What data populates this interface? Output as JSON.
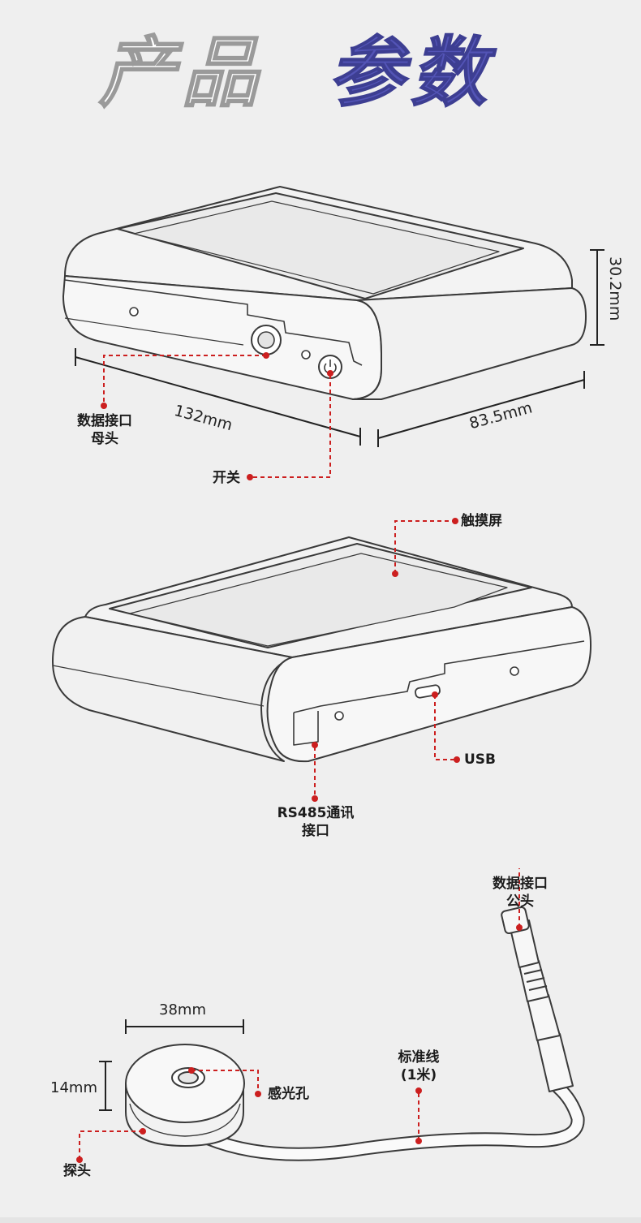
{
  "heading": {
    "part1": "产品",
    "part2": "参数",
    "color_white": "#ffffff",
    "color_accent": "#5354b6"
  },
  "device_top_view": {
    "dimensions": {
      "length": "132mm",
      "width": "83.5mm",
      "height": "30.2mm"
    },
    "callouts": {
      "data_port_female_line1": "数据接口",
      "data_port_female_line2": "母头",
      "power_switch": "开关"
    }
  },
  "device_back_view": {
    "callouts": {
      "touchscreen": "触摸屏",
      "usb": "USB",
      "rs485_line1": "RS485通讯",
      "rs485_line2": "接口"
    }
  },
  "sensor_probe": {
    "dimensions": {
      "diameter": "38mm",
      "height": "14mm"
    },
    "callouts": {
      "light_hole": "感光孔",
      "probe": "探头",
      "cable_line1": "标准线",
      "cable_line2": "(1米)",
      "data_port_male_line1": "数据接口",
      "data_port_male_line2": "公头"
    }
  },
  "colors": {
    "callout_red": "#cc1f1f",
    "outline": "#3a3a3a",
    "body_fill": "#f7f7f7"
  }
}
